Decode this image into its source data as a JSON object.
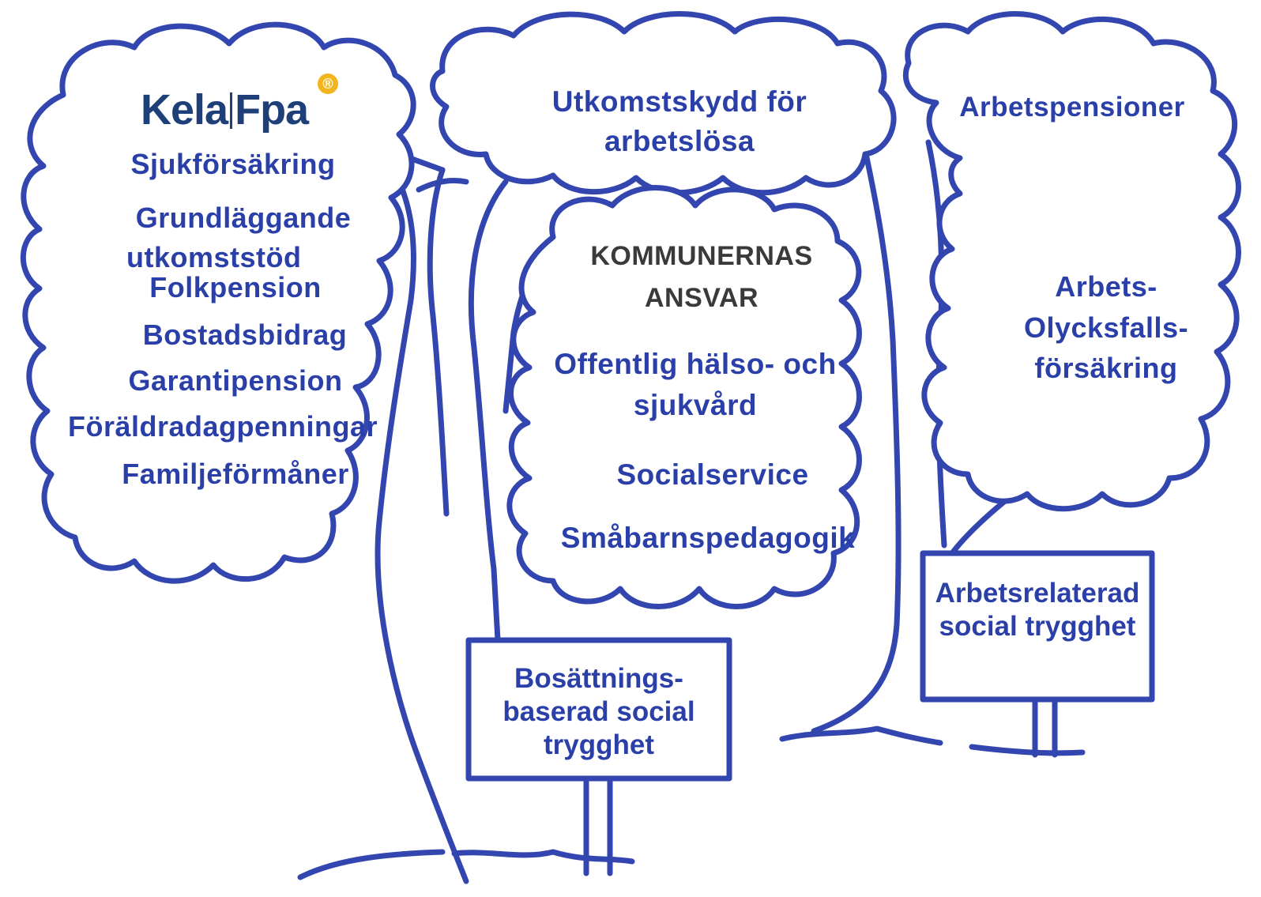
{
  "logo": {
    "left": "Kela",
    "right": "Fpa",
    "mark": "®"
  },
  "left_cloud": {
    "items": [
      "Sjukförsäkring",
      "Grundläggande",
      "utkomststöd",
      "Folkpension",
      "Bostadsbidrag",
      "Garantipension",
      "Föräldradagpenningar",
      "Familjeförmåner"
    ]
  },
  "top_cloud": {
    "line1": "Utkomstskydd  för",
    "line2": "arbetslösa"
  },
  "right_cloud": {
    "title": "Arbetspensioner",
    "items": [
      "Arbets-",
      "Olycksfalls-",
      "försäkring"
    ]
  },
  "center_cloud": {
    "heading1": "KOMMUNERNAS",
    "heading2": "ANSVAR",
    "item1_line1": "Offentlig  hälso-  och",
    "item1_line2": "sjukvård",
    "item2": "Socialservice",
    "item3": "Småbarnspedagogik"
  },
  "sign_left": {
    "line1": "Bosättnings-",
    "line2": "baserad  social",
    "line3": "trygghet"
  },
  "sign_right": {
    "line1": "Arbetsrelaterad",
    "line2": "social  trygghet"
  },
  "colors": {
    "stroke": "#3346b0",
    "text": "#2b3fa8",
    "logo": "#1e3f78",
    "logo_mark": "#f2b51d",
    "heading": "#3a3a3a"
  }
}
